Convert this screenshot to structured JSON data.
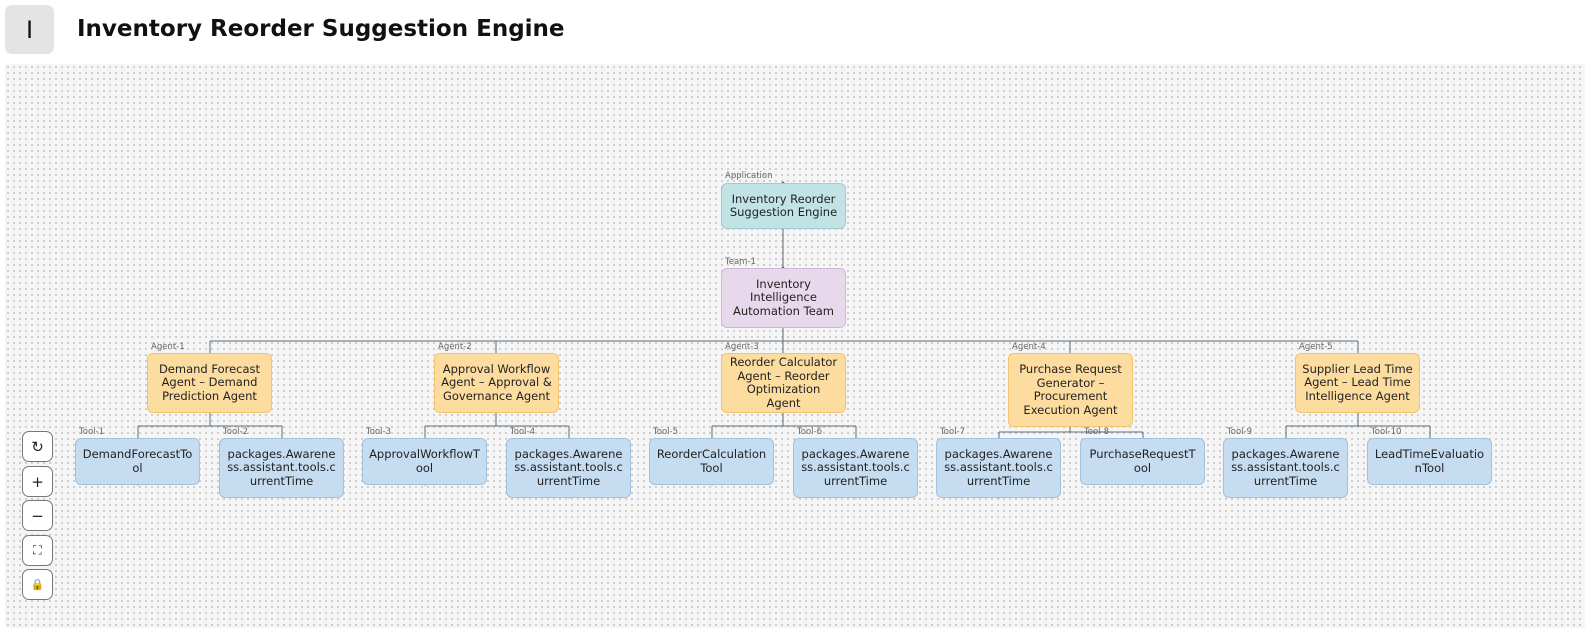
{
  "header": {
    "avatar_letter": "I",
    "title": "Inventory Reorder Suggestion Engine"
  },
  "diagram": {
    "application": {
      "tag": "Application",
      "label": "Inventory Reorder Suggestion Engine"
    },
    "team": {
      "tag": "Team-1",
      "label": "Inventory Intelligence Automation Team"
    },
    "agents": [
      {
        "tag": "Agent-1",
        "label": "Demand Forecast Agent – Demand Prediction Agent"
      },
      {
        "tag": "Agent-2",
        "label": "Approval Workflow Agent – Approval & Governance Agent"
      },
      {
        "tag": "Agent-3",
        "label": "Reorder Calculator Agent – Reorder Optimization Agent"
      },
      {
        "tag": "Agent-4",
        "label": "Purchase Request Generator – Procurement Execution Agent"
      },
      {
        "tag": "Agent-5",
        "label": "Supplier Lead Time Agent – Lead Time Intelligence Agent"
      }
    ],
    "tools": [
      {
        "tag": "Tool-1",
        "label": "DemandForecastTool"
      },
      {
        "tag": "Tool-2",
        "label": "packages.Awareness.assistant.tools.currentTime"
      },
      {
        "tag": "Tool-3",
        "label": "ApprovalWorkflowTool"
      },
      {
        "tag": "Tool-4",
        "label": "packages.Awareness.assistant.tools.currentTime"
      },
      {
        "tag": "Tool-5",
        "label": "ReorderCalculationTool"
      },
      {
        "tag": "Tool-6",
        "label": "packages.Awareness.assistant.tools.currentTime"
      },
      {
        "tag": "Tool-7",
        "label": "packages.Awareness.assistant.tools.currentTime"
      },
      {
        "tag": "Tool-8",
        "label": "PurchaseRequestTool"
      },
      {
        "tag": "Tool-9",
        "label": "packages.Awareness.assistant.tools.currentTime"
      },
      {
        "tag": "Tool-10",
        "label": "LeadTimeEvaluationTool"
      }
    ]
  },
  "controls": [
    {
      "name": "refresh",
      "icon": "refresh-icon",
      "glyph": "↻"
    },
    {
      "name": "zoom-in",
      "icon": "plus-icon",
      "glyph": "+"
    },
    {
      "name": "zoom-out",
      "icon": "minus-icon",
      "glyph": "−"
    },
    {
      "name": "fit-view",
      "icon": "fit-view-icon",
      "glyph": "⛶"
    },
    {
      "name": "lock",
      "icon": "lock-icon",
      "glyph": "🔒"
    }
  ],
  "colors": {
    "application": "#c2e3e6",
    "team": "#e8d8ec",
    "agent": "#fddca0",
    "tool": "#c6dcf1",
    "edge": "#5c6b7d"
  }
}
